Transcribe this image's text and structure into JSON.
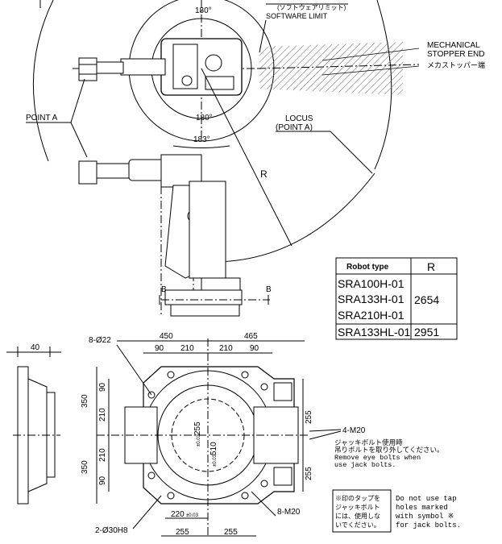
{
  "top_view": {
    "angle_top": "180°",
    "angle_mid": "180°",
    "angle_bottom": "183°",
    "software_limit_jp": "(ソフトウェアリミット)",
    "software_limit": "SOFTWARE LIMIT",
    "mech_stopper_1": "MECHANICAL",
    "mech_stopper_2": "STOPPER END",
    "mech_stopper_jp": "メカストッパー端",
    "point_a": "POINT A",
    "locus_1": "LOCUS",
    "locus_2": "(POINT A)",
    "radius_label": "R"
  },
  "side_view": {
    "section_b_left": "B",
    "section_b_right": "B"
  },
  "robot_table": {
    "header_type": "Robot type",
    "header_r": "R",
    "group1_models": [
      "SRA100H-01",
      "SRA133H-01",
      "SRA210H-01"
    ],
    "group1_r": "2654",
    "group2_model": "SRA133HL-01",
    "group2_r": "2951"
  },
  "base_dims": {
    "width_left": "450",
    "width_right": "465",
    "d90_a": "90",
    "d210_a": "210",
    "d210_b": "210",
    "d90_b": "90",
    "hole_dia": "8-Ø22",
    "side_40": "40",
    "v350_top": "350",
    "v90_top": "90",
    "v210_top": "210",
    "v210_bot": "210",
    "v90_bot": "90",
    "v350_bot": "350",
    "center_255": "255",
    "center_255_tol": "±0.03",
    "center_510": "510",
    "center_510_tol": "±0.03",
    "right_255_top": "255",
    "right_255_bot": "255",
    "pin_220": "220",
    "pin_220_tol": "±0.03",
    "pin_holes": "2-Ø30H8",
    "bottom_255_left": "255",
    "bottom_255_right": "255",
    "m20_holes": "8-M20"
  },
  "jack_note": {
    "count": "4-M20",
    "jp1": "ジャッキボルト使用時",
    "jp2": "吊りボルトを取り外してください。",
    "en1": "Remove eye bolts when",
    "en2": "use jack bolts."
  },
  "symbol_note": {
    "jp1": "※印のタップを",
    "jp2": "ジャッキボルト",
    "jp3": "には、使用しな",
    "jp4": "いでください。",
    "en1": "Do not use tap",
    "en2": "holes marked",
    "en3": "with symbol ※",
    "en4": "for jack bolts."
  }
}
